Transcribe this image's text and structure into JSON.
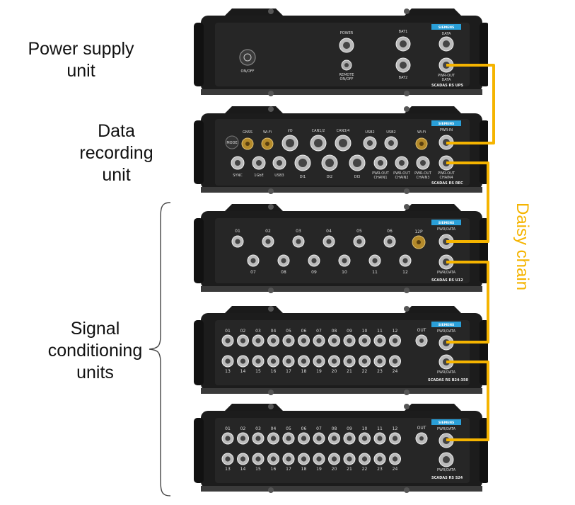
{
  "labels": {
    "power_line1": "Power supply",
    "power_line2": "unit",
    "rec_line1": "Data",
    "rec_line2": "recording",
    "rec_line3": "unit",
    "sig_line1": "Signal",
    "sig_line2": "conditioning",
    "sig_line3": "units",
    "daisy": "Daisy chain"
  },
  "colors": {
    "chain": "#f5b400",
    "device": "#1c1c1c",
    "panel": "#262626",
    "brand": "#2a9fd8"
  },
  "ups": {
    "brand": "SIEMENS",
    "onoff": "ON/OFF",
    "power": "POWER",
    "remote1": "REMOTE",
    "remote2": "ON/OFF",
    "bat1": "BAT1",
    "bat2": "BAT2",
    "data": "DATA",
    "pwrout1": "PWR-OUT",
    "pwrout2": "DATA",
    "model": "SCADAS RS UPS"
  },
  "rec": {
    "brand": "SIEMENS",
    "mode": "MODE",
    "gnss": "GNSS",
    "wifi": "Wi-Fi",
    "io": "I/O",
    "can12": "CAN1/2",
    "can34": "CAN3/4",
    "usb2a": "USB2",
    "usb2b": "USB2",
    "wifi2": "Wi-Fi",
    "pwrin": "PWR-IN",
    "sync": "SYNC",
    "gbe": "1GbE",
    "usb3": "USB3",
    "di1": "DI1",
    "di2": "DI2",
    "di3": "DI3",
    "chain1a": "PWR-OUT",
    "chain1b": "CHAIN1",
    "chain2a": "PWR-OUT",
    "chain2b": "CHAIN2",
    "chain3a": "PWR-OUT",
    "chain3b": "CHAIN3",
    "chain4a": "PWR-OUT",
    "chain4b": "CHAIN4",
    "model": "SCADAS RS REC"
  },
  "u12": {
    "brand": "SIEMENS",
    "top": [
      "01",
      "02",
      "03",
      "04",
      "05",
      "06"
    ],
    "bottom": [
      "07",
      "08",
      "09",
      "10",
      "11",
      "12"
    ],
    "p12": "12P",
    "pwrdata1": "PWR/DATA",
    "pwrdata2": "PWR/DATA",
    "model": "SCADAS RS U12"
  },
  "b24": {
    "brand": "SIEMENS",
    "top": [
      "01",
      "02",
      "03",
      "04",
      "05",
      "06",
      "07",
      "08",
      "09",
      "10",
      "11",
      "12"
    ],
    "bottom": [
      "13",
      "14",
      "15",
      "16",
      "17",
      "18",
      "19",
      "20",
      "21",
      "22",
      "23",
      "24"
    ],
    "out": "OUT",
    "pwrdata1": "PWR/DATA",
    "pwrdata2": "PWR/DATA",
    "model": "SCADAS RS B24-350"
  },
  "s24": {
    "brand": "SIEMENS",
    "top": [
      "01",
      "02",
      "03",
      "04",
      "05",
      "06",
      "07",
      "08",
      "09",
      "10",
      "11",
      "12"
    ],
    "bottom": [
      "13",
      "14",
      "15",
      "16",
      "17",
      "18",
      "19",
      "20",
      "21",
      "22",
      "23",
      "24"
    ],
    "out": "OUT",
    "pwrdata1": "PWR/DATA",
    "pwrdata2": "PWR/DATA",
    "model": "SCADAS RS S24"
  }
}
